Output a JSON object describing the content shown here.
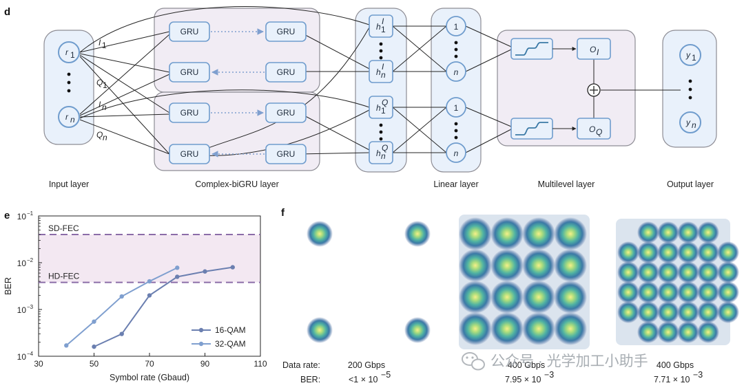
{
  "panel_d": {
    "letter": "d",
    "input_layer": {
      "label": "Input layer",
      "node_1": "r",
      "node_1_sub": "1",
      "node_n": "r",
      "node_n_sub": "n",
      "edge_labels": [
        {
          "main": "I",
          "sub": "1"
        },
        {
          "main": "Q",
          "sub": "1"
        },
        {
          "main": "I",
          "sub": "n"
        },
        {
          "main": "Q",
          "sub": "n"
        }
      ]
    },
    "gru_layer": {
      "label": "Complex-biGRU layer",
      "cell_label": "GRU"
    },
    "hidden": {
      "h1I_main": "h",
      "h1I_sub": "1",
      "h1I_sup": "I",
      "hnI_main": "h",
      "hnI_sub": "n",
      "hnI_sup": "I",
      "h1Q_main": "h",
      "h1Q_sub": "1",
      "h1Q_sup": "Q",
      "hnQ_main": "h",
      "hnQ_sub": "n",
      "hnQ_sup": "Q"
    },
    "linear_layer": {
      "label": "Linear layer",
      "node_1": "1",
      "node_n": "n"
    },
    "multilevel_layer": {
      "label": "Multilevel layer",
      "oi_main": "O",
      "oi_sub": "I",
      "oq_main": "O",
      "oq_sub": "Q"
    },
    "output_layer": {
      "label": "Output layer",
      "node_1": "y",
      "node_1_sub": "1",
      "node_n": "y",
      "node_n_sub": "n"
    },
    "colors": {
      "box_fill": "#e9f1fb",
      "box_stroke": "#6f9ccd",
      "group_fill": "#f1ecf4",
      "group_stroke": "#8d8c94",
      "node_stroke": "#6f9ccd"
    }
  },
  "panel_e": {
    "letter": "e"
  },
  "chart_data": {
    "type": "line",
    "title": "",
    "xlabel": "Symbol rate (Gbaud)",
    "ylabel": "BER",
    "xlim": [
      30,
      110
    ],
    "ylim_log10": [
      -4,
      -1
    ],
    "y_scale": "log",
    "xticks": [
      "30",
      "50",
      "70",
      "90",
      "110"
    ],
    "yticks": [
      {
        "base": "10",
        "exp": "-1"
      },
      {
        "base": "10",
        "exp": "-2"
      },
      {
        "base": "10",
        "exp": "-3"
      },
      {
        "base": "10",
        "exp": "-4"
      }
    ],
    "thresholds": [
      {
        "name": "SD-FEC",
        "value": 0.04
      },
      {
        "name": "HD-FEC",
        "value": 0.0038
      }
    ],
    "series": [
      {
        "name": "16-QAM",
        "color": "#6b7fb0",
        "x": [
          50,
          60,
          70,
          80,
          90,
          100
        ],
        "y": [
          0.00016,
          0.0003,
          0.002,
          0.005,
          0.0065,
          0.008
        ]
      },
      {
        "name": "32-QAM",
        "color": "#7f9fcf",
        "x": [
          40,
          50,
          60,
          70,
          80
        ],
        "y": [
          0.00017,
          0.00055,
          0.0019,
          0.004,
          0.0078
        ]
      }
    ],
    "legend": "bottom-right",
    "grid": false,
    "colors": {
      "band": "#f3e8f2",
      "threshold": "#8b6ca8"
    }
  },
  "panel_f": {
    "letter": "f",
    "row_labels": {
      "rate": "Data rate:",
      "ber": "BER:"
    },
    "columns": [
      {
        "rate": "200 Gbps",
        "ber_prefix": "<1 × 10",
        "ber_exp": "−5"
      },
      {
        "rate": "400 Gbps",
        "ber_prefix": "7.95 × 10",
        "ber_exp": "−3"
      },
      {
        "rate": "400 Gbps",
        "ber_prefix": "7.71 × 10",
        "ber_exp": "−3"
      }
    ]
  },
  "watermark": {
    "text": "公众号 · 光学加工小助手",
    "icon": "wechat-icon"
  }
}
